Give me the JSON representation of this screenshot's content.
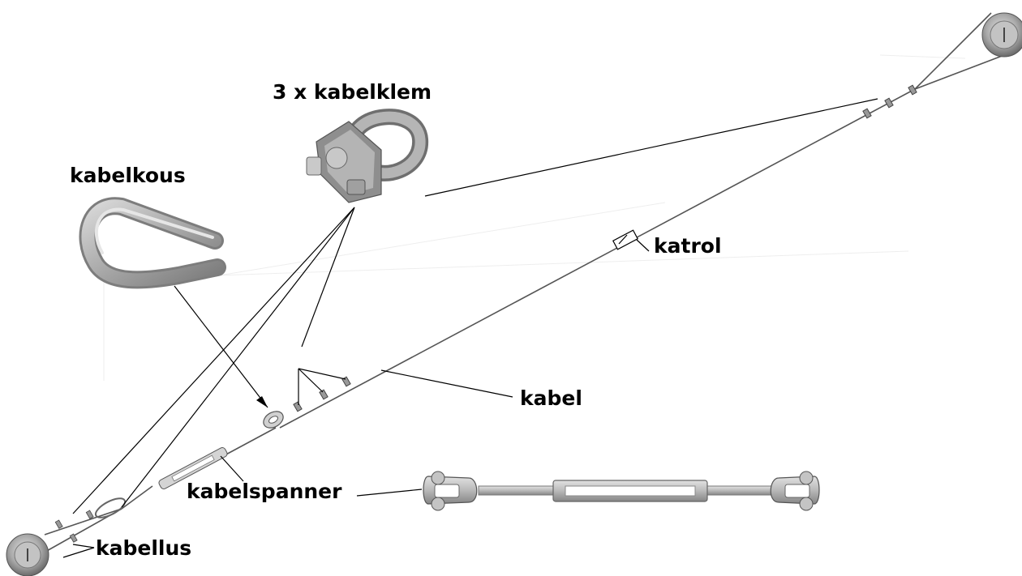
{
  "labels": {
    "clamp": "3 x kabelklem",
    "thimble": "kabelkous",
    "pulley": "katrol",
    "cable": "kabel",
    "turnbuckle": "kabelspanner",
    "loop": "kabellus"
  },
  "colors": {
    "line": "#000000",
    "cable": "#555555",
    "metal_light": "#d2d2d2",
    "metal_mid": "#a8a8a8",
    "metal_dark": "#6e6e6e",
    "background": "#ffffff"
  }
}
